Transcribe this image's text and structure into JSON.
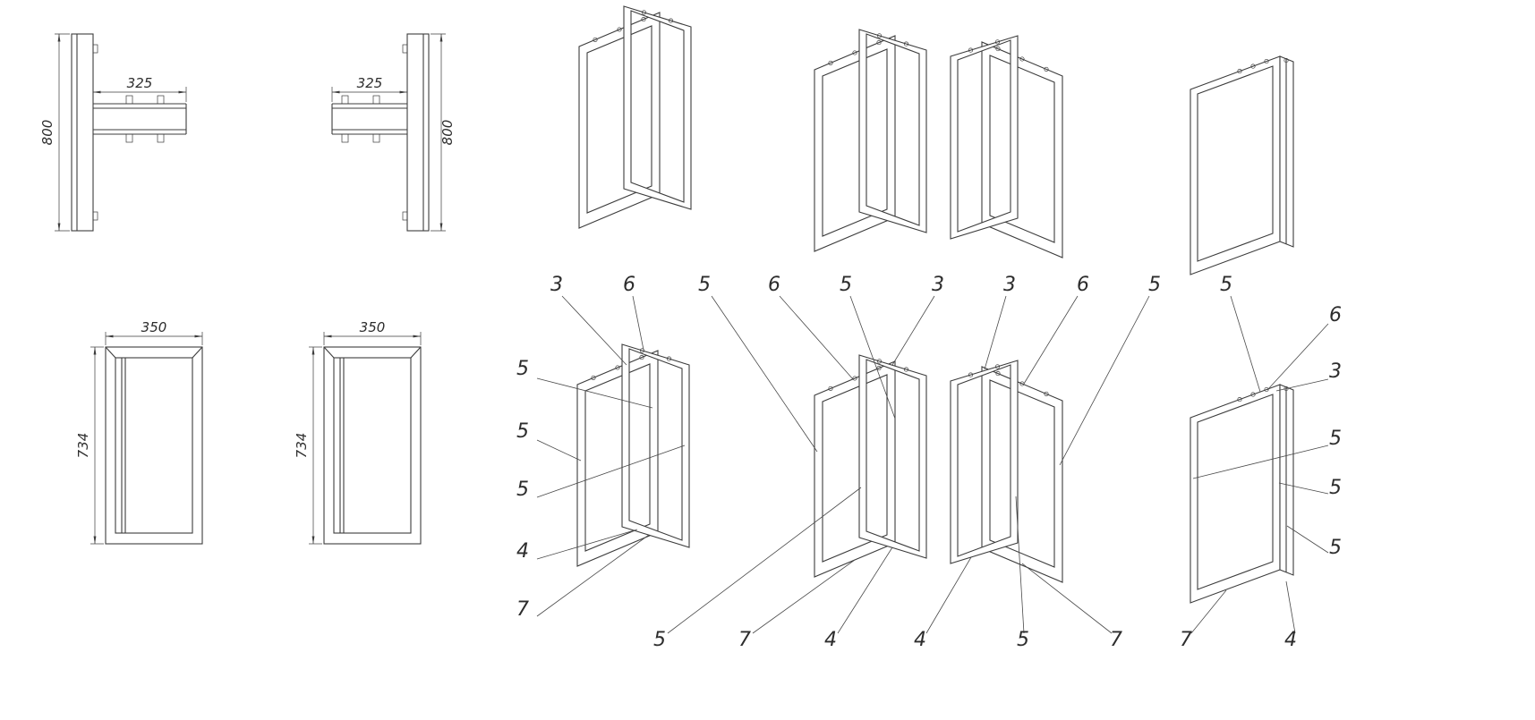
{
  "drawing": {
    "type": "technical-cad-drawing",
    "colors": {
      "background": "#ffffff",
      "line": "#3c3c3c",
      "text": "#2d2d2d"
    },
    "dimensions": {
      "side_left": {
        "height": "800",
        "arm": "325"
      },
      "side_right": {
        "height": "800",
        "arm": "325"
      },
      "front_left": {
        "width": "350",
        "height": "734"
      },
      "front_right": {
        "width": "350",
        "height": "734"
      }
    },
    "callouts": {
      "left_iso": [
        "3",
        "6",
        "5",
        "5",
        "5",
        "4",
        "7"
      ],
      "middle_top": [
        "5",
        "6",
        "5",
        "3",
        "3",
        "6",
        "5"
      ],
      "middle_bottom": [
        "5",
        "7",
        "4",
        "4",
        "5",
        "7"
      ],
      "right_top": [
        "5"
      ],
      "right_side": [
        "6",
        "3",
        "5",
        "5",
        "5"
      ],
      "right_bottom": [
        "7",
        "4"
      ]
    }
  }
}
